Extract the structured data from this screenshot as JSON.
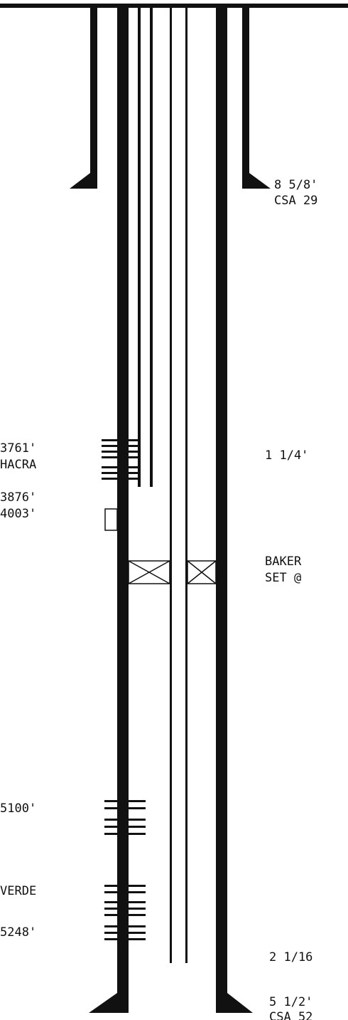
{
  "colors": {
    "ink": "#111111",
    "paper": "#ffffff"
  },
  "labels": {
    "surface_casing_size": "8 5/8'",
    "surface_casing_grade": "CSA 29",
    "perf_top_depth": "3761'",
    "formation_chacra": "HACRA",
    "chacra_bottom": "3876'",
    "depth_4003": "4003'",
    "tubing_short_size": "1 1/4'",
    "packer_name": "BAKER",
    "packer_set": "SET @",
    "depth_5100": "5100'",
    "formation_mesaverde": "VERDE",
    "depth_5248": "5248'",
    "tubing_long_size": "2 1/16",
    "production_casing_size": "5 1/2'",
    "production_casing_grade": "CSA 52"
  }
}
